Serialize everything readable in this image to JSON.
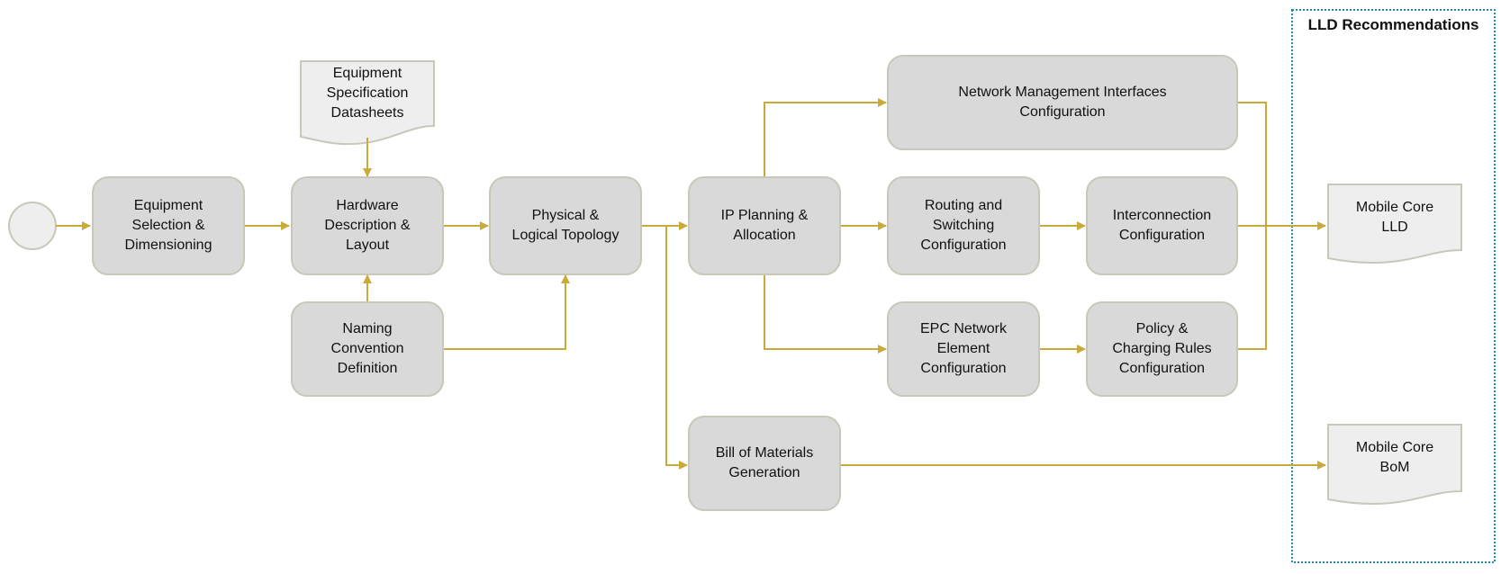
{
  "colors": {
    "arrow": "#c9ab3a",
    "box_fill": "#d9d9d9",
    "box_border": "#c9c7b9",
    "doc_fill": "#eeeeee",
    "region_border": "#1f8ea3"
  },
  "region": {
    "title": "LLD Recommendations"
  },
  "nodes": {
    "start": {
      "icon": "start-event-circle"
    },
    "equipment_selection": {
      "label": "Equipment\nSelection &\nDimensioning"
    },
    "hardware_description": {
      "label": "Hardware\nDescription &\nLayout"
    },
    "spec_datasheets": {
      "label": "Equipment\nSpecification\nDatasheets"
    },
    "naming_convention": {
      "label": "Naming\nConvention\nDefinition"
    },
    "physical_logical": {
      "label": "Physical &\nLogical Topology"
    },
    "ip_planning": {
      "label": "IP Planning &\nAllocation"
    },
    "nms_interfaces": {
      "label": "Network Management Interfaces\nConfiguration"
    },
    "routing_switching": {
      "label": "Routing and\nSwitching\nConfiguration"
    },
    "interconnection": {
      "label": "Interconnection\nConfiguration"
    },
    "epc_element": {
      "label": "EPC Network\nElement\nConfiguration"
    },
    "policy_charging": {
      "label": "Policy &\nCharging Rules\nConfiguration"
    },
    "bom_generation": {
      "label": "Bill of Materials\nGeneration"
    },
    "mobile_core_lld": {
      "label": "Mobile Core\nLLD"
    },
    "mobile_core_bom": {
      "label": "Mobile Core\nBoM"
    }
  }
}
